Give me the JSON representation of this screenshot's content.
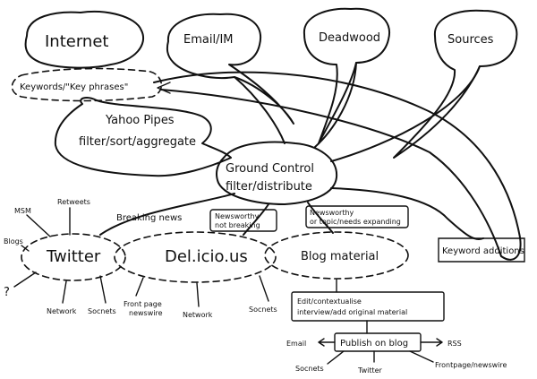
{
  "nodes": {
    "internet": "Internet",
    "email_im": "Email/IM",
    "deadwood": "Deadwood",
    "sources": "Sources",
    "keywords": "Keywords/\"Key phrases\"",
    "yahoo_pipes": "Yahoo Pipes",
    "filter_sort": "filter/sort/aggregate",
    "ground_control": "Ground Control",
    "filter_distribute": "filter/distribute",
    "keyword_additions": "Keyword additions",
    "twitter": "Twitter",
    "delicious": "Del.icio.us",
    "blog_material": "Blog material"
  },
  "labels": {
    "breaking_news": "Breaking news",
    "newsworthy_1": "Newsworthy",
    "not_breaking": "not breaking",
    "newsworthy_2": "Newsworthy",
    "on_topic": "or topic/needs expanding"
  },
  "twitter_outputs": {
    "msm": "MSM",
    "retweets": "Retweets",
    "blogs": "Blogs",
    "question": "?",
    "network": "Network",
    "socnets": "Socnets"
  },
  "delicious_outputs": {
    "frontpage": "Front page",
    "newswire": "newswire",
    "network": "Network",
    "socnets": "Socnets"
  },
  "blog_flow": {
    "edit_line1": "Edit/contextualise",
    "edit_line2": "interview/add original material",
    "publish": "Publish on blog",
    "email": "Email",
    "rss": "RSS",
    "socnets": "Socnets",
    "twitter": "Twitter",
    "frontpage": "Frontpage/newswire"
  }
}
